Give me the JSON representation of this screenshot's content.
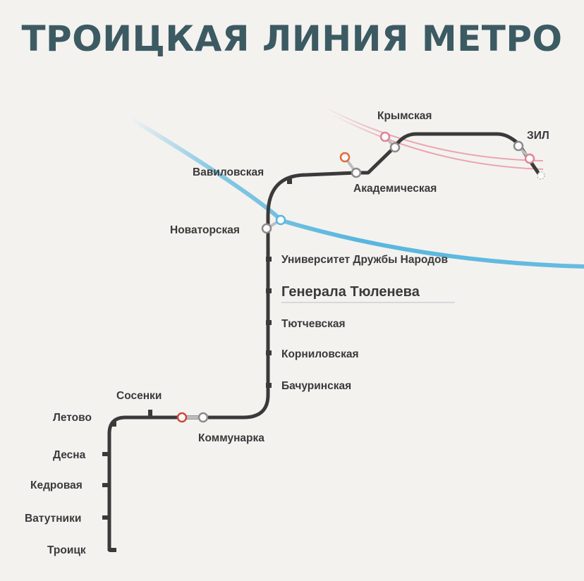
{
  "title": "ТРОИЦКАЯ ЛИНИЯ МЕТРО",
  "colors": {
    "background": "#f3f2ef",
    "title": "#3c5a62",
    "troitskaya_line": "#3a3a3a",
    "red_line": "#d2453a",
    "orange_line": "#e06a3c",
    "blue_line": "#58b6de",
    "pink_line": "#e8909e",
    "grey_line": "#a8a8a8"
  },
  "stations": {
    "krymskaya": "Крымская",
    "zil": "ЗИЛ",
    "vavilovskaya": "Вавиловская",
    "akademicheskaya": "Академическая",
    "novatorskaya": "Новаторская",
    "udn": "Университет Дружбы Народов",
    "generala_tyuleneva": "Генерала Тюленева",
    "tyutchevskaya": "Тютчевская",
    "kornilovskaya": "Корниловская",
    "bachurinskaya": "Бачуринская",
    "sosenki": "Сосенки",
    "letovo": "Летово",
    "kommunarka": "Коммунарка",
    "desna": "Десна",
    "kedrovaya": "Кедровая",
    "vatutniki": "Ватутники",
    "troitsk": "Троицк"
  }
}
